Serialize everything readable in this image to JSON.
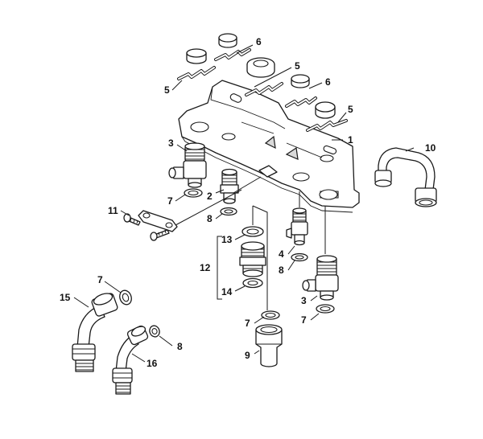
{
  "callouts": {
    "c1": "1",
    "c2": "2",
    "c3a": "3",
    "c3b": "3",
    "c4": "4",
    "c5a": "5",
    "c5b": "5",
    "c5c": "5",
    "c6a": "6",
    "c6b": "6",
    "c7a": "7",
    "c7b": "7",
    "c7c": "7",
    "c7d": "7",
    "c8a": "8",
    "c8b": "8",
    "c8c": "8",
    "c9": "9",
    "c10": "10",
    "c11": "11",
    "c12": "12",
    "c13": "13",
    "c14": "14",
    "c15": "15",
    "c16": "16"
  }
}
